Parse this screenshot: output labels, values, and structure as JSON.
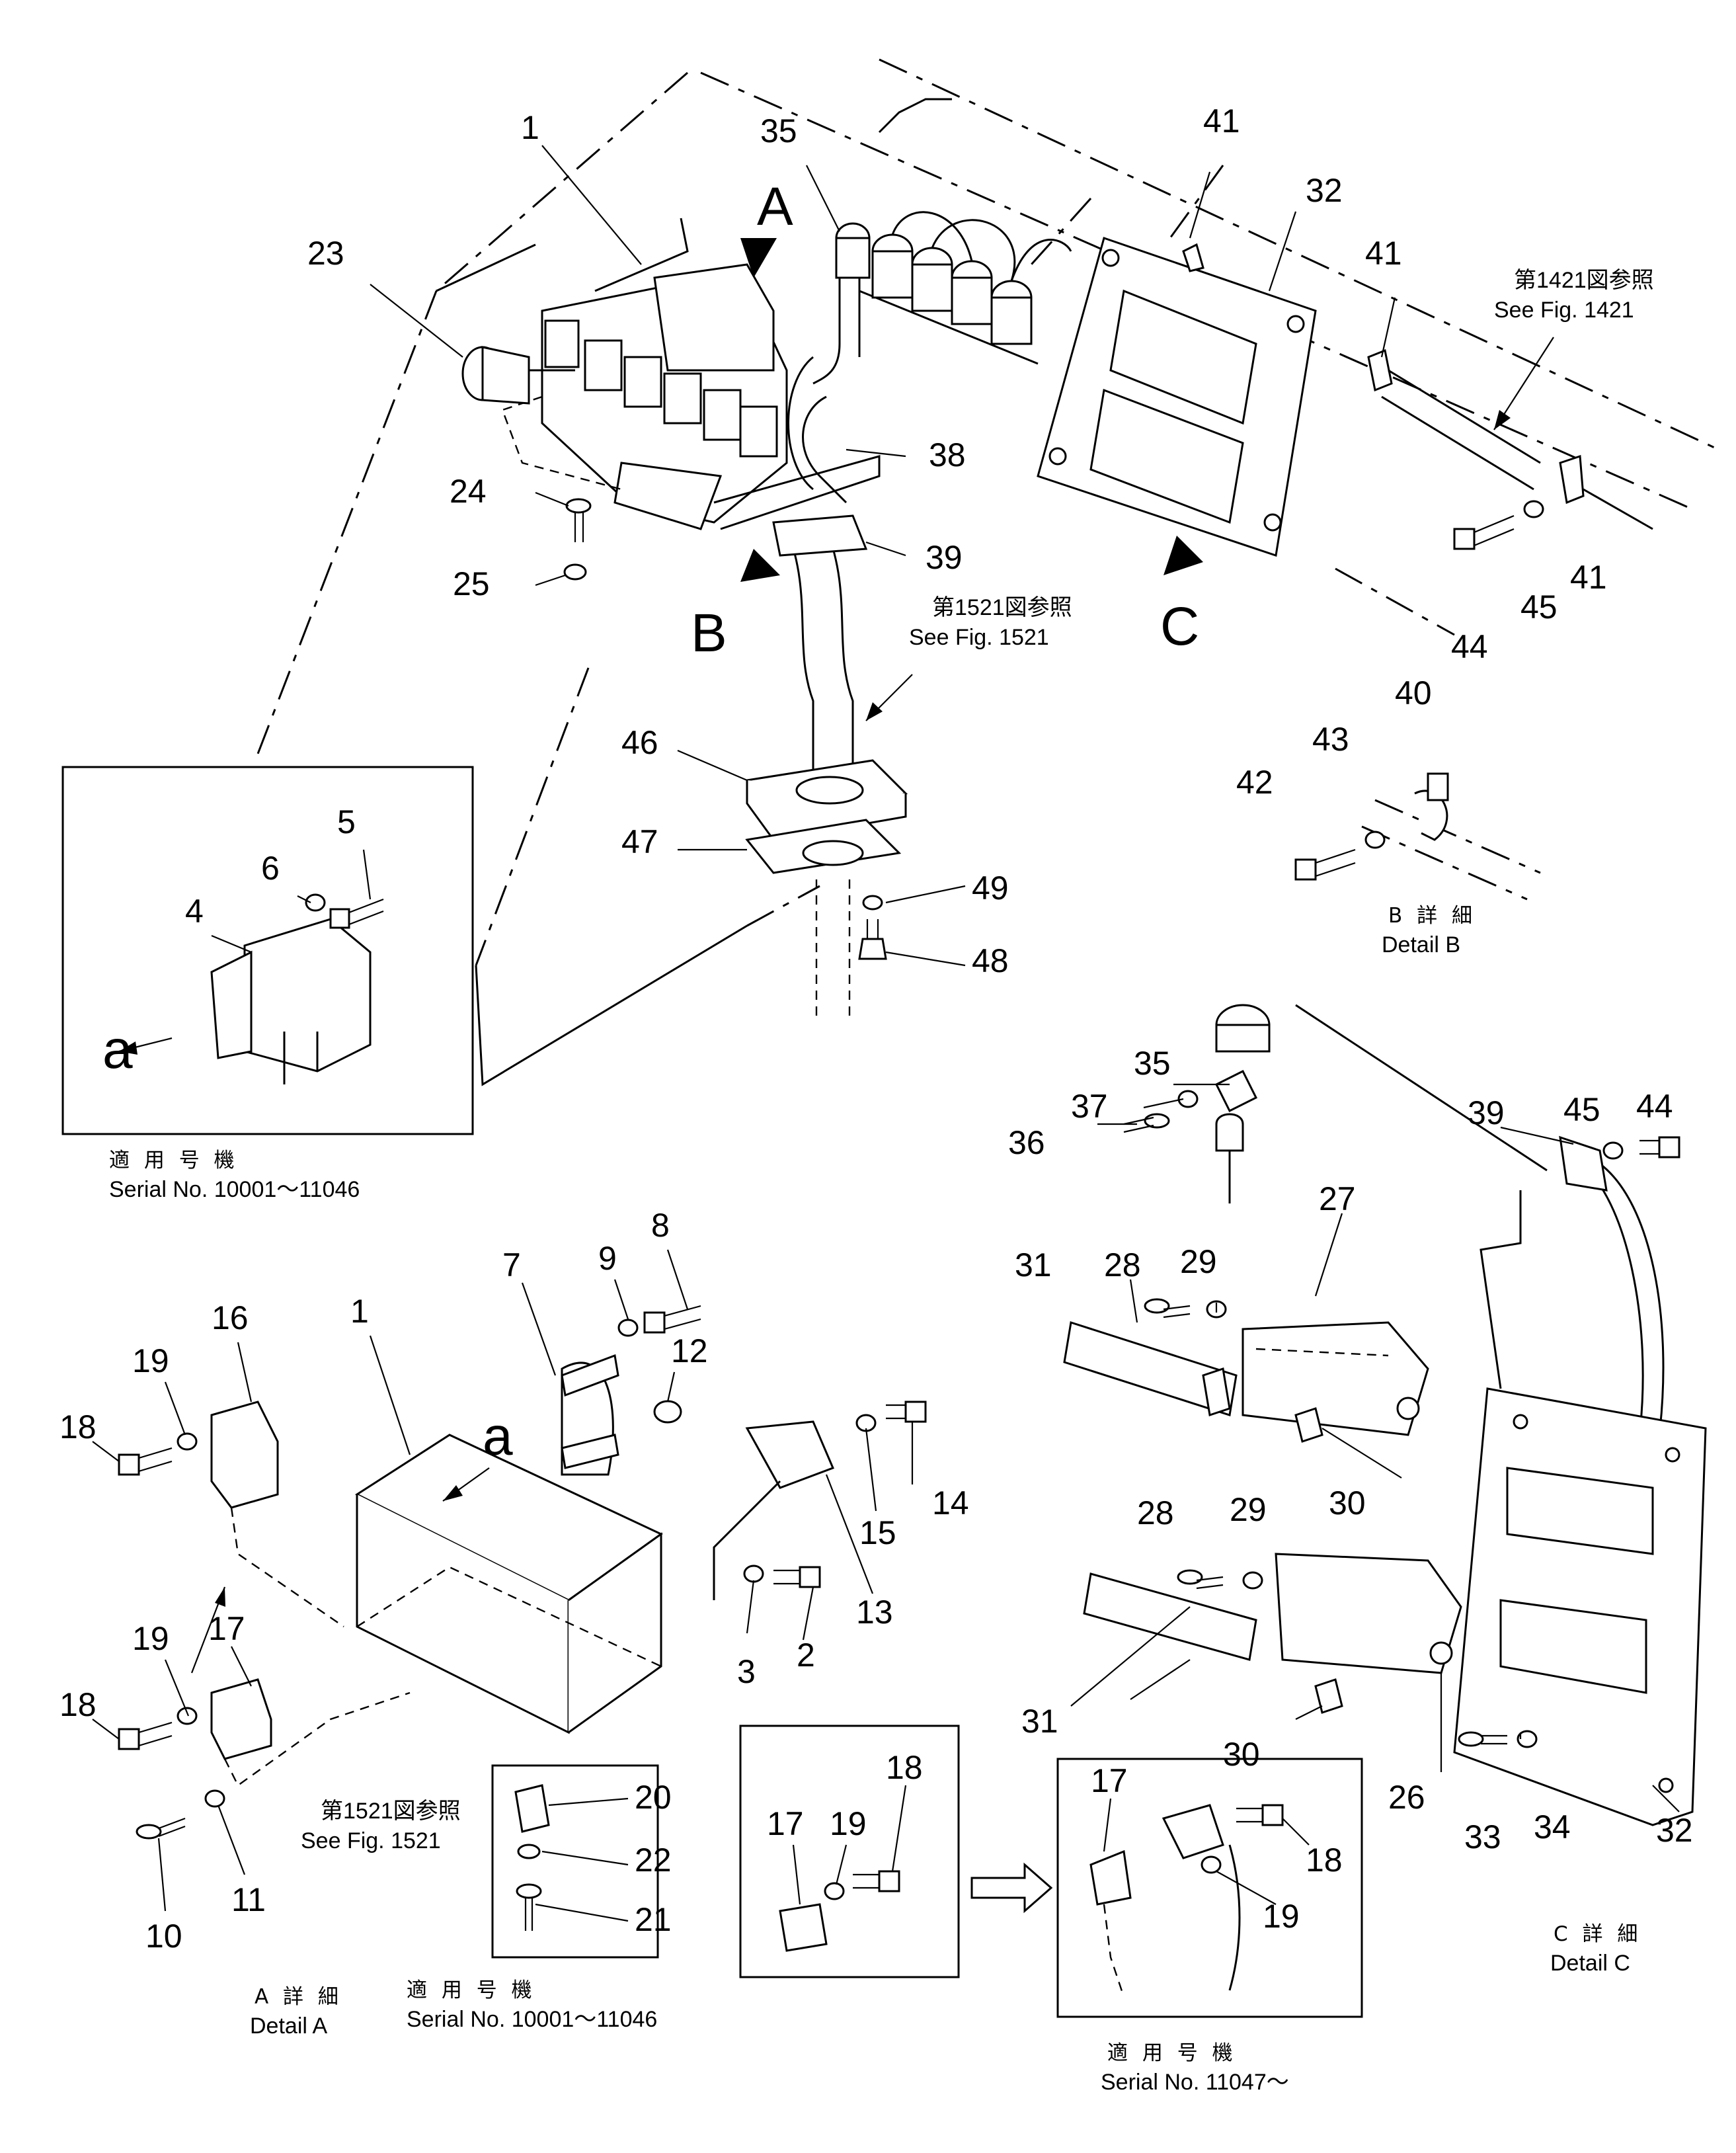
{
  "callouts": [
    {
      "id": "c1a",
      "text": "1"
    },
    {
      "id": "c23",
      "text": "23"
    },
    {
      "id": "c35a",
      "text": "35"
    },
    {
      "id": "c41a",
      "text": "41"
    },
    {
      "id": "c32a",
      "text": "32"
    },
    {
      "id": "c41b",
      "text": "41"
    },
    {
      "id": "c38",
      "text": "38"
    },
    {
      "id": "c24",
      "text": "24"
    },
    {
      "id": "c25",
      "text": "25"
    },
    {
      "id": "c39a",
      "text": "39"
    },
    {
      "id": "c44a",
      "text": "44"
    },
    {
      "id": "c45a",
      "text": "45"
    },
    {
      "id": "c41c",
      "text": "41"
    },
    {
      "id": "c46",
      "text": "46"
    },
    {
      "id": "c47",
      "text": "47"
    },
    {
      "id": "c49",
      "text": "49"
    },
    {
      "id": "c48",
      "text": "48"
    },
    {
      "id": "c40",
      "text": "40"
    },
    {
      "id": "c43",
      "text": "43"
    },
    {
      "id": "c42",
      "text": "42"
    },
    {
      "id": "c5",
      "text": "5"
    },
    {
      "id": "c6",
      "text": "6"
    },
    {
      "id": "c4",
      "text": "4"
    },
    {
      "id": "c35b",
      "text": "35"
    },
    {
      "id": "c37",
      "text": "37"
    },
    {
      "id": "c36",
      "text": "36"
    },
    {
      "id": "c39b",
      "text": "39"
    },
    {
      "id": "c45b",
      "text": "45"
    },
    {
      "id": "c44b",
      "text": "44"
    },
    {
      "id": "c27",
      "text": "27"
    },
    {
      "id": "c31a",
      "text": "31"
    },
    {
      "id": "c28a",
      "text": "28"
    },
    {
      "id": "c29a",
      "text": "29"
    },
    {
      "id": "c30a",
      "text": "30"
    },
    {
      "id": "c28b",
      "text": "28"
    },
    {
      "id": "c29b",
      "text": "29"
    },
    {
      "id": "c31b",
      "text": "31"
    },
    {
      "id": "c30b",
      "text": "30"
    },
    {
      "id": "c26",
      "text": "26"
    },
    {
      "id": "c33",
      "text": "33"
    },
    {
      "id": "c34",
      "text": "34"
    },
    {
      "id": "c32b",
      "text": "32"
    },
    {
      "id": "c8",
      "text": "8"
    },
    {
      "id": "c9",
      "text": "9"
    },
    {
      "id": "c7",
      "text": "7"
    },
    {
      "id": "c1b",
      "text": "1"
    },
    {
      "id": "c16",
      "text": "16"
    },
    {
      "id": "c19a",
      "text": "19"
    },
    {
      "id": "c18a",
      "text": "18"
    },
    {
      "id": "c12",
      "text": "12"
    },
    {
      "id": "c14",
      "text": "14"
    },
    {
      "id": "c15",
      "text": "15"
    },
    {
      "id": "c13",
      "text": "13"
    },
    {
      "id": "c2",
      "text": "2"
    },
    {
      "id": "c3",
      "text": "3"
    },
    {
      "id": "c17a",
      "text": "17"
    },
    {
      "id": "c19b",
      "text": "19"
    },
    {
      "id": "c18b",
      "text": "18"
    },
    {
      "id": "c10",
      "text": "10"
    },
    {
      "id": "c11",
      "text": "11"
    },
    {
      "id": "c20",
      "text": "20"
    },
    {
      "id": "c22",
      "text": "22"
    },
    {
      "id": "c21",
      "text": "21"
    },
    {
      "id": "c17b",
      "text": "17"
    },
    {
      "id": "c19c",
      "text": "19"
    },
    {
      "id": "c18c",
      "text": "18"
    },
    {
      "id": "c17c",
      "text": "17"
    },
    {
      "id": "c18d",
      "text": "18"
    },
    {
      "id": "c19d",
      "text": "19"
    }
  ],
  "view_letters": {
    "A": "A",
    "B": "B",
    "C": "C",
    "a_top": "a",
    "a_bottom": "a"
  },
  "references": {
    "fig1421_jp": "第1421図参照",
    "fig1421_en": "See Fig. 1421",
    "fig1521_jp": "第1521図参照",
    "fig1521_en": "See Fig. 1521",
    "fig1521b_jp": "第1521図参照",
    "fig1521b_en": "See Fig. 1521"
  },
  "captions": {
    "detail_b_jp": "B 詳 細",
    "detail_b_en": "Detail B",
    "detail_a_jp": "A 詳 細",
    "detail_a_en": "Detail A",
    "detail_c_jp": "C 詳 細",
    "detail_c_en": "Detail C",
    "serial1_jp": "適 用 号 機",
    "serial1_en": "Serial No. 10001～11046",
    "serial2_jp": "適 用 号 機",
    "serial2_en": "Serial No. 10001～11046",
    "serial3_jp": "適 用 号 機",
    "serial3_en": "Serial No. 11047～"
  }
}
